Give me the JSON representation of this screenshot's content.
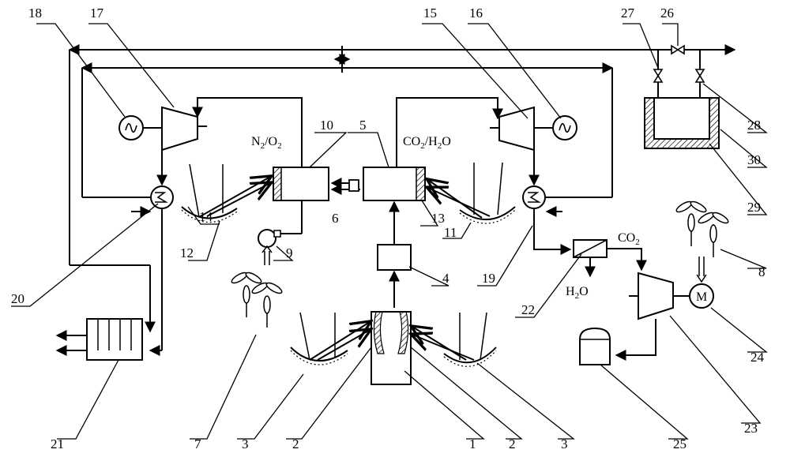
{
  "labels": {
    "n2o2": "N",
    "n2o2_sub1": "2",
    "n2o2_mid": "/O",
    "n2o2_sub2": "2",
    "co2h2o": "CO",
    "co2h2o_sub1": "2",
    "co2h2o_mid": "/H",
    "co2h2o_sub2": "2",
    "co2h2o_end": "O",
    "co2_out": "CO",
    "co2_out_sub": "2",
    "h2o_out": "H",
    "h2o_out_sub": "2",
    "h2o_out_end": "O",
    "motor": "M"
  },
  "callouts": {
    "n1": "1",
    "n2a": "2",
    "n2b": "2",
    "n3a": "3",
    "n3b": "3",
    "n4": "4",
    "n5": "5",
    "n6": "6",
    "n7": "7",
    "n8": "8",
    "n9": "9",
    "n10": "10",
    "n11": "11",
    "n12": "12",
    "n13": "13",
    "n14": "14",
    "n15": "15",
    "n16": "16",
    "n17": "17",
    "n18": "18",
    "n19": "19",
    "n20": "20",
    "n21": "21",
    "n22": "22",
    "n23": "23",
    "n24": "24",
    "n25": "25",
    "n26": "26",
    "n27": "27",
    "n28": "28",
    "n29": "29",
    "n30": "30"
  }
}
